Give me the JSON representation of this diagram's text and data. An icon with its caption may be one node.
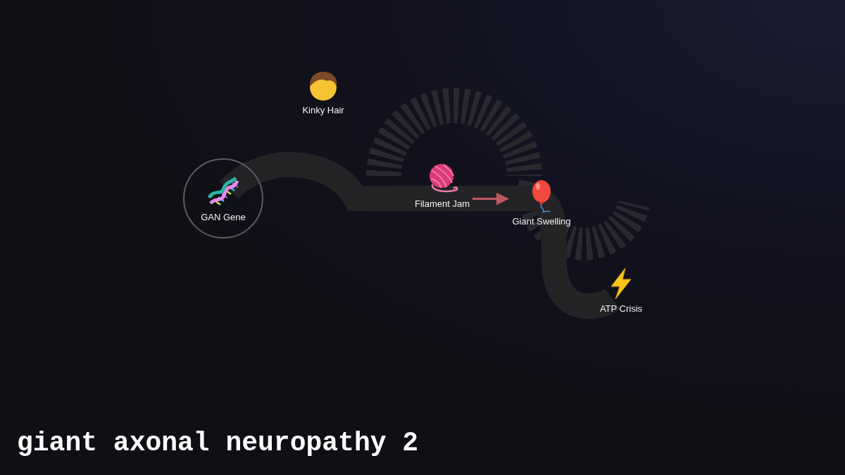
{
  "diagram": {
    "title": "giant axonal neuropathy 2",
    "nodes": [
      {
        "text": [
          "Kinky Hair"
        ]
      },
      {
        "text": [
          "GAN Gene"
        ]
      },
      {
        "text": [
          "Filament Jam"
        ]
      },
      {
        "text": [
          "Giant Swelling"
        ]
      },
      {
        "text": [
          "ATP Crisis"
        ]
      }
    ],
    "edges": [
      {
        "from": 2,
        "to": 3,
        "arrow": "to",
        "color": "#c0585f"
      }
    ]
  }
}
